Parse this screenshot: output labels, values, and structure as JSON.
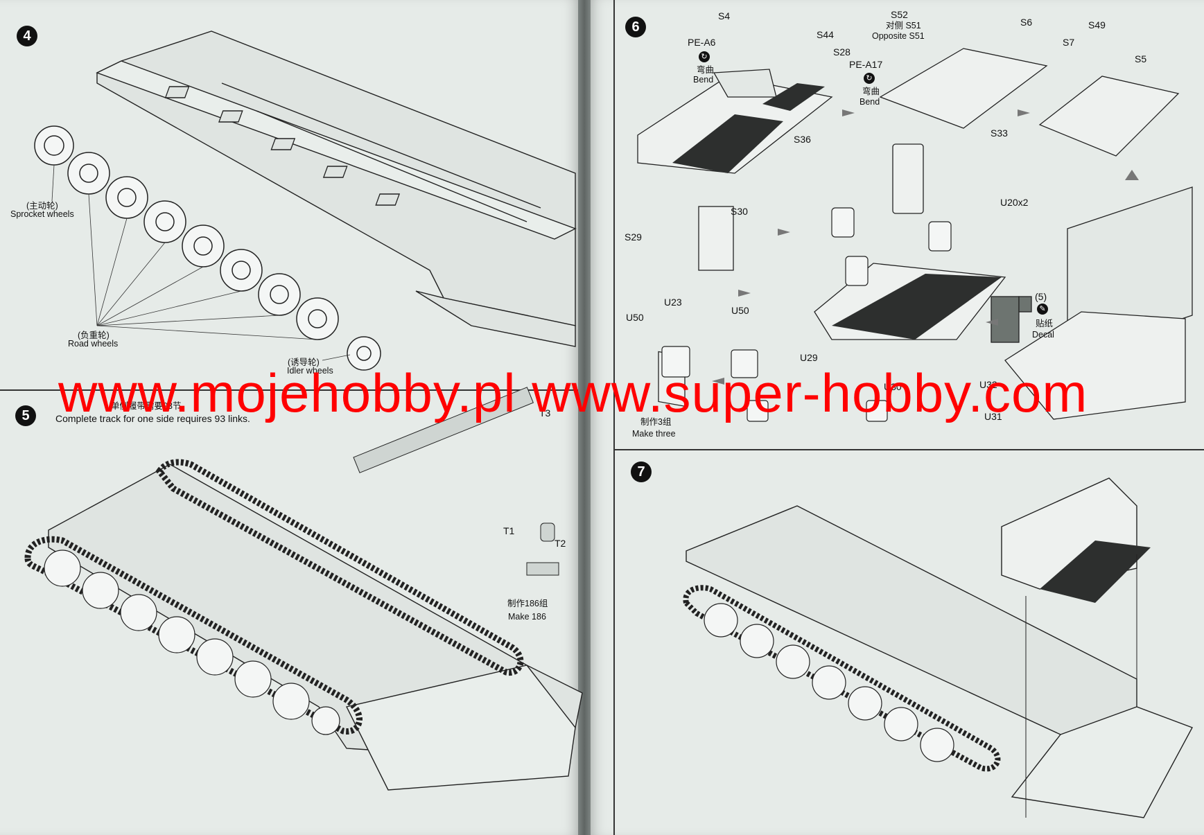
{
  "watermark": "www.mojehobby.pl www.super-hobby.com",
  "steps": {
    "s4": "4",
    "s5": "5",
    "s6": "6",
    "s7": "7"
  },
  "step4": {
    "sprocket_cn": "(主动轮)",
    "sprocket_en": "Sprocket wheels",
    "road_cn": "(负重轮)",
    "road_en": "Road wheels",
    "idler_cn": "(诱导轮)",
    "idler_en": "Idler wheels"
  },
  "step5": {
    "instruction_cn": "单侧履带需要93节",
    "instruction_en": "Complete track for one side requires 93 links.",
    "t1": "T1",
    "t2": "T2",
    "t3": "T3",
    "make_cn": "制作186组",
    "make_en": "Make 186"
  },
  "step6": {
    "s4": "S4",
    "pe_a6": "PE-A6",
    "bend_cn_1": "弯曲",
    "bend_en_1": "Bend",
    "s44": "S44",
    "s28": "S28",
    "s36": "S36",
    "s52": "S52",
    "opposite_cn": "对侧 S51",
    "opposite_en": "Opposite S51",
    "s6": "S6",
    "pe_a17": "PE-A17",
    "bend_cn_2": "弯曲",
    "bend_en_2": "Bend",
    "s33": "S33",
    "s49": "S49",
    "s7": "S7",
    "s5": "S5",
    "s30": "S30",
    "s29": "S29",
    "u20x2": "U20x2",
    "u23": "U23",
    "u50_left": "U50",
    "u50_right": "U50",
    "u29": "U29",
    "u30": "U30",
    "u32": "U32",
    "u31": "U31",
    "decal_num": "(5)",
    "decal_cn": "贴纸",
    "decal_en": "Decal",
    "make_cn": "制作3组",
    "make_en": "Make three"
  }
}
